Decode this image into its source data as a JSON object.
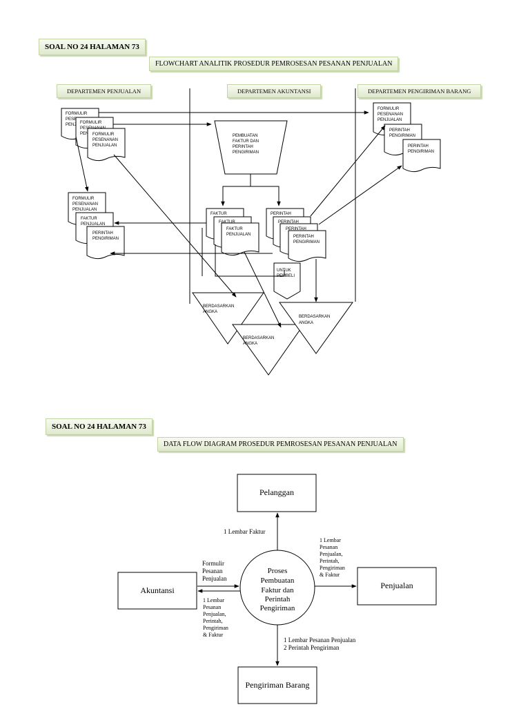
{
  "section1": {
    "soal_label": "SOAL NO 24 HALAMAN 73",
    "title": "FLOWCHART ANALITIK PROSEDUR PEMROSESAN PESANAN PENJUALAN",
    "departments": [
      "DEPARTEMEN PENJUALAN",
      "DEPARTEMEN AKUNTANSI",
      "DEPARTEMEN PENGIRIMAN BARANG"
    ]
  },
  "flowchart": {
    "docs": {
      "formulir_pesanan_penjualan": [
        "FORMULIR",
        "PESENANAN",
        "PENJUALAN"
      ],
      "formulir_pesanan_penjualan_alt": [
        "FORMULIR",
        "PESENANAN",
        "PENJUALAN"
      ],
      "faktur_penjualan": [
        "FAKTUR",
        "PENJUALAN"
      ],
      "perintah_pengiriman": [
        "PERINTAH",
        "PENGIRIMAN"
      ],
      "faktur": [
        "FAKTUR"
      ],
      "perintah": [
        "PERINTAH"
      ]
    },
    "process": [
      "PEMBUATAN",
      "FAKTUR DAN",
      "PERINTAH",
      "PENGIRIMAN"
    ],
    "to_customer": [
      "UNTUK",
      "PEMBELI"
    ],
    "file_label": [
      "BERDASARKAN",
      "ANGKA"
    ]
  },
  "section2": {
    "soal_label": "SOAL NO 24 HALAMAN 73",
    "title": "DATA FLOW DIAGRAM PROSEDUR PEMROSESAN PESANAN PENJUALAN"
  },
  "dfd": {
    "entities": {
      "pelanggan": "Pelanggan",
      "akuntansi": "Akuntansi",
      "penjualan": "Penjualan",
      "pengiriman": "Pengiriman Barang"
    },
    "process": [
      "Proses",
      "Pembuatan",
      "Faktur dan",
      "Perintah",
      "Pengiriman"
    ],
    "flows": {
      "to_pelanggan": [
        "1 Lembar Faktur"
      ],
      "from_akuntansi": [
        "Formulir",
        "Pesanan",
        "Penjualan"
      ],
      "to_akuntansi": [
        "1 Lembar",
        "Pesanan",
        "Penjualan,",
        "Perintah,",
        "Pengiriman",
        "& Faktur"
      ],
      "to_penjualan": [
        "1 Lembar",
        "Pesanan",
        "Penjualan,",
        "Perintah,",
        "Pengiriman",
        "& Faktur"
      ],
      "to_pengiriman": [
        "1 Lembar Pesanan Penjualan",
        "2 Perintah Pengiriman"
      ]
    }
  }
}
